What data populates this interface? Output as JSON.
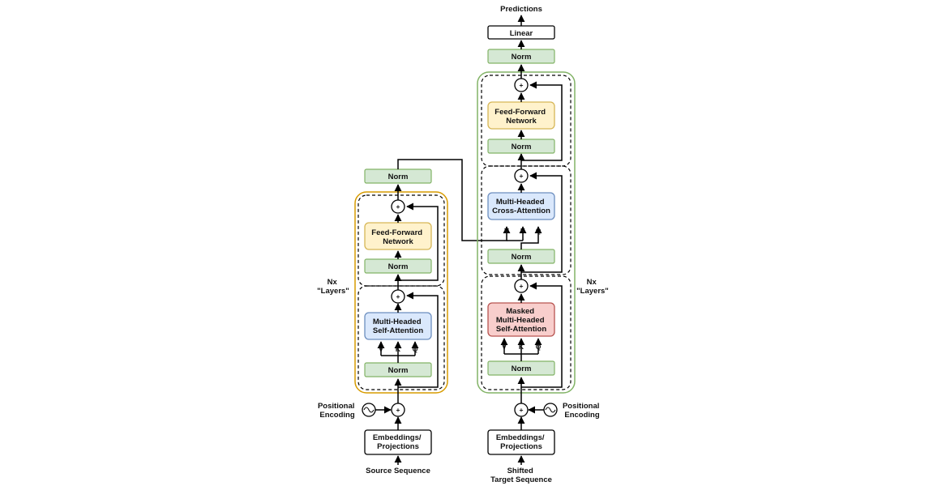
{
  "output": {
    "label": "Predictions"
  },
  "colors": {
    "norm_fill": "#d5e8d4",
    "norm_stroke": "#82b366",
    "ffn_fill": "#fff2cc",
    "ffn_stroke": "#d6b656",
    "attn_fill": "#dae8fc",
    "attn_stroke": "#6c8ebf",
    "masked_fill": "#f8cecc",
    "masked_stroke": "#b85450",
    "encoder_frame": "#d79b00",
    "decoder_frame": "#82b366"
  },
  "encoder": {
    "input_label": "Source Sequence",
    "embed_label": [
      "Embeddings/",
      "Projections"
    ],
    "pos_label": [
      "Positional",
      "Encoding"
    ],
    "repeat_label": [
      "Nx",
      "\"Layers\""
    ],
    "norm_label": "Norm",
    "attn_label": [
      "Multi-Headed",
      "Self-Attention"
    ],
    "ffn_label": [
      "Feed-Forward",
      "Network"
    ],
    "final_norm_label": "Norm",
    "v": "V",
    "k": "K",
    "q": "Q",
    "plus": "+"
  },
  "decoder": {
    "input_label": [
      "Shifted",
      "Target Sequence"
    ],
    "embed_label": [
      "Embeddings/",
      "Projections"
    ],
    "pos_label": [
      "Positional",
      "Encoding"
    ],
    "repeat_label": [
      "Nx",
      "\"Layers\""
    ],
    "norm_label": "Norm",
    "masked_label": [
      "Masked",
      "Multi-Headed",
      "Self-Attention"
    ],
    "cross_label": [
      "Multi-Headed",
      "Cross-Attention"
    ],
    "ffn_label": [
      "Feed-Forward",
      "Network"
    ],
    "final_norm_label": "Norm",
    "linear_label": "Linear",
    "v": "V",
    "k": "K",
    "q": "Q",
    "plus": "+"
  }
}
